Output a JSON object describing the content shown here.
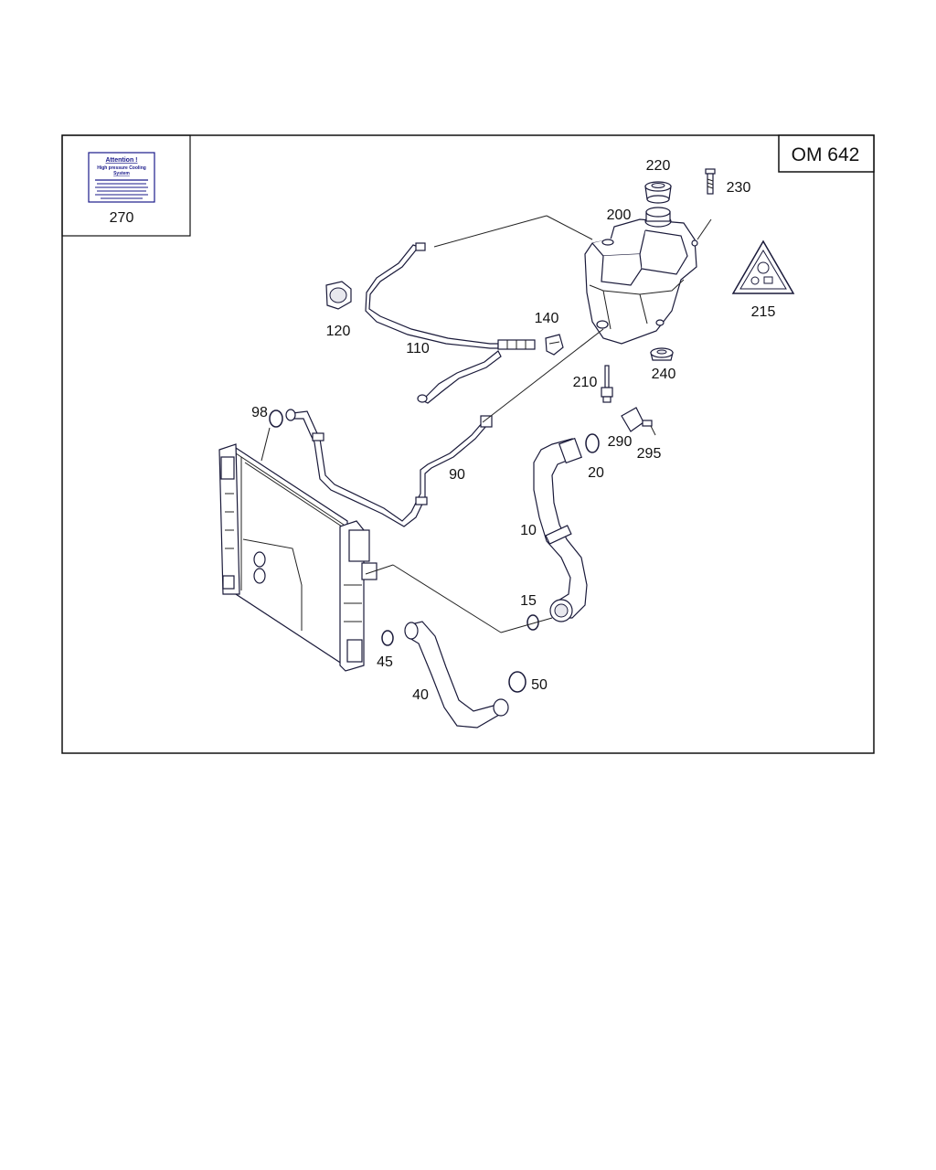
{
  "model_code": "OM 642",
  "sticker": {
    "title": "Attention !",
    "subtitle_line1": "High pressure Cooling",
    "subtitle_line2": "System",
    "label": "270"
  },
  "callouts": {
    "p10": "10",
    "p15": "15",
    "p20": "20",
    "p40": "40",
    "p45": "45",
    "p50": "50",
    "p90": "90",
    "p98": "98",
    "p110": "110",
    "p120": "120",
    "p140": "140",
    "p200": "200",
    "p210": "210",
    "p215": "215",
    "p220": "220",
    "p230": "230",
    "p240": "240",
    "p290": "290",
    "p295": "295"
  }
}
